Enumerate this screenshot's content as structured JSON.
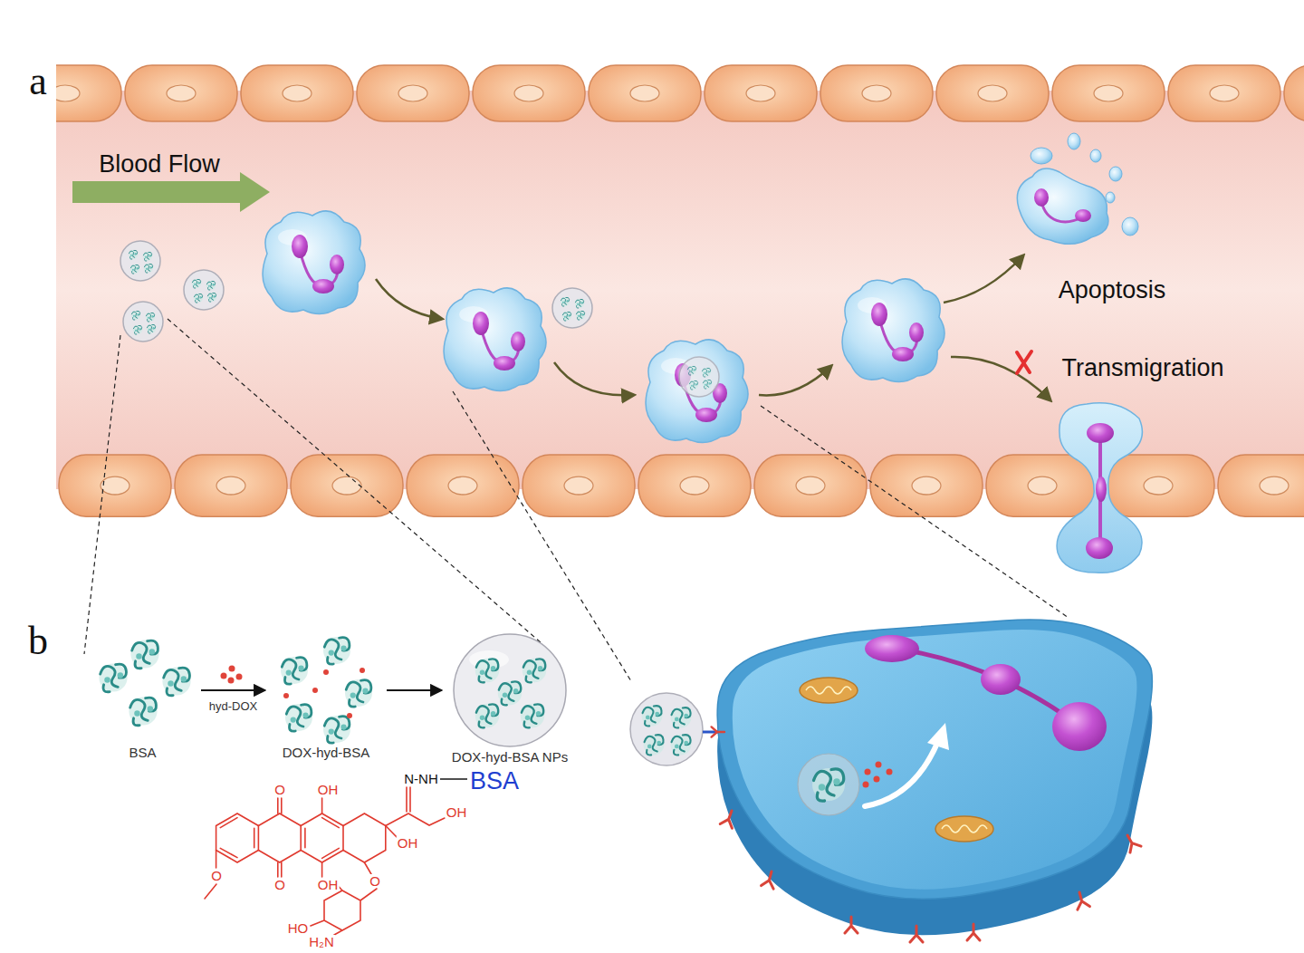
{
  "diagram": {
    "nodes": [
      {
        "text": [
          "BSA"
        ]
      },
      {
        "text": [
          "DOX-hyd-BSA"
        ]
      },
      {
        "text": [
          "DOX-hyd-BSA NPs"
        ]
      }
    ],
    "edges": [
      {
        "from": 0,
        "to": 1,
        "label": "hyd-DOX",
        "arrow": "to"
      },
      {
        "from": 1,
        "to": 2,
        "arrow": "to"
      }
    ],
    "labels": [
      "a",
      "Blood Flow",
      "Apoptosis",
      "Transmigration",
      "b",
      "O",
      "OH",
      "N-NH",
      "BSA",
      "OH",
      "O",
      "OH",
      "O",
      "OH",
      "O",
      "HO",
      "H₂N"
    ]
  }
}
